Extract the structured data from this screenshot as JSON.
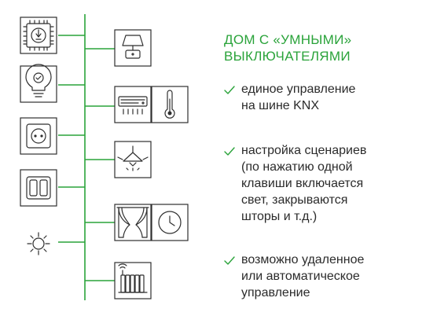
{
  "heading": {
    "line1": "ДОМ С «УМНЫМИ»",
    "line2": "ВЫКЛЮЧАТЕЛЯМИ"
  },
  "features": [
    {
      "text": "единое управление\nна шине KNX"
    },
    {
      "text": "настройка сценариев\n(по нажатию одной\nклавиши включается\nсвет, закрываются\nшторы и т.д.)"
    },
    {
      "text": "возможно удаленное\nили автоматическое\nуправление"
    }
  ],
  "colors": {
    "accent": "#2aa33a",
    "text": "#2b2b2b",
    "icon": "#2f2f2f"
  },
  "left_icons": [
    "controller-chip-icon",
    "smart-bulb-icon",
    "power-socket-icon",
    "switch-icon",
    "sun-icon"
  ],
  "right_icons": [
    "table-lamp-icon",
    "air-conditioner-icon",
    "thermometer-icon",
    "ceiling-light-icon",
    "curtains-icon",
    "clock-icon",
    "radiator-icon"
  ]
}
